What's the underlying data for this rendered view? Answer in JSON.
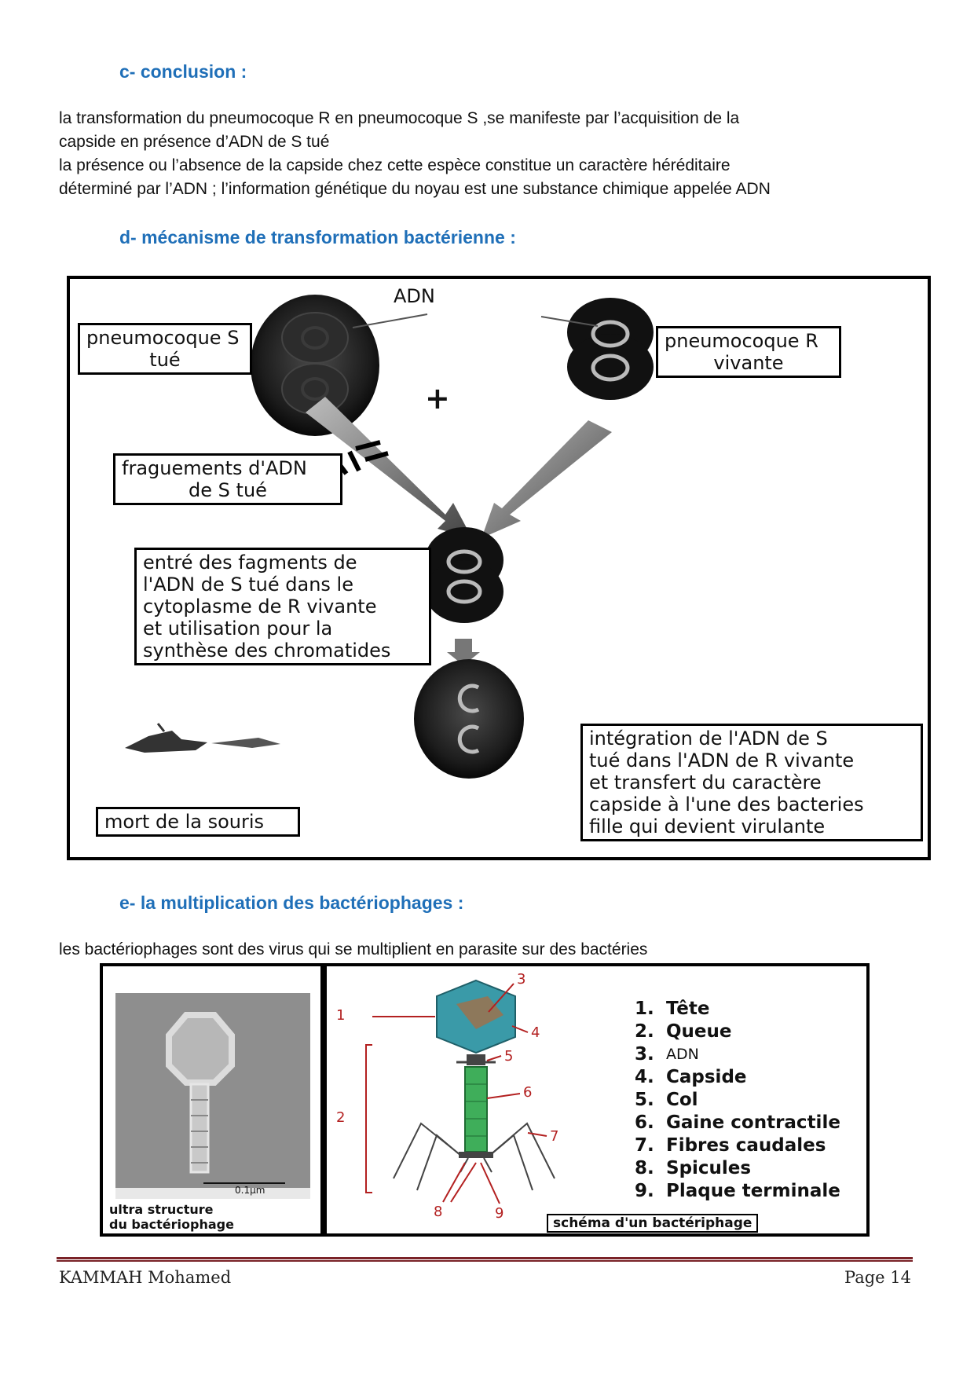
{
  "sections": {
    "c": {
      "title": "c-  conclusion :",
      "lines": [
        "la transformation du pneumocoque R en pneumocoque S ,se manifeste par l’acquisition de la",
        "capside en présence d’ADN de S tué",
        "la présence ou l’absence de la capside chez cette espèce constitue un caractère héréditaire",
        "déterminé par l’ADN ; l’information génétique du noyau est une substance chimique appelée ADN"
      ]
    },
    "d": {
      "title": "d-  mécanisme de transformation bactérienne :"
    },
    "e": {
      "title": "e-  la multiplication des bactériophages :",
      "intro": "les bactériophages sont des virus qui se multiplient en parasite sur des bactéries"
    }
  },
  "diagram1": {
    "adn_label": "ADN",
    "plus_sign": "+",
    "box_s_dead": [
      "pneumocoque S",
      "tué"
    ],
    "box_r_alive": [
      "pneumocoque R",
      "vivante"
    ],
    "box_fragments": [
      "fraguements d'ADN",
      "de S tué"
    ],
    "box_entry": [
      "entré des fagments de",
      "l'ADN de S tué dans le",
      "cytoplasme de R vivante",
      "et utilisation pour la",
      "synthèse des chromatides"
    ],
    "box_integration": [
      "intégration de l'ADN de S",
      "tué dans l'ADN de R vivante",
      "et transfert du caractère",
      "capside à l'une des bacteries",
      "fille qui devient virulante"
    ],
    "box_mouse": "mort de la souris"
  },
  "diagram2": {
    "photo_caption": [
      "ultra structure",
      "du bactériophage"
    ],
    "scale_label": "0.1μm",
    "callouts": [
      "1",
      "2",
      "3",
      "4",
      "5",
      "6",
      "7",
      "8",
      "9"
    ],
    "legend": [
      {
        "num": "1.",
        "label": "Tête"
      },
      {
        "num": "2.",
        "label": "Queue"
      },
      {
        "num": "3.",
        "label": "ADN"
      },
      {
        "num": "4.",
        "label": "Capside"
      },
      {
        "num": "5.",
        "label": "Col"
      },
      {
        "num": "6.",
        "label": "Gaine contractile"
      },
      {
        "num": "7.",
        "label": "Fibres caudales"
      },
      {
        "num": "8.",
        "label": "Spicules"
      },
      {
        "num": "9.",
        "label": "Plaque terminale"
      }
    ],
    "schema_caption": "schéma d'un bactériphage"
  },
  "footer": {
    "author": "KAMMAH Mohamed",
    "page": "Page 14"
  },
  "colors": {
    "heading": "#1f6fb8",
    "footer_rule": "#7a2328",
    "callout": "#b32020",
    "phage_green": "#3fae5a",
    "phage_head": "#3a9aa8"
  }
}
